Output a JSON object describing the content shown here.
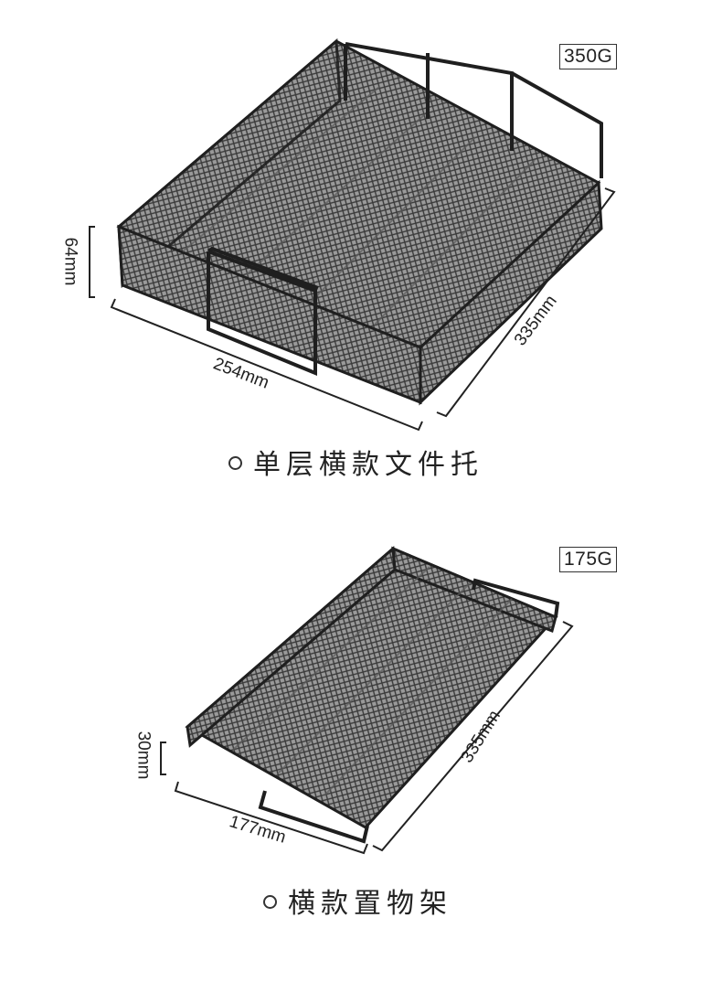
{
  "products": [
    {
      "weight": "350G",
      "dims": {
        "height": "64mm",
        "width": "254mm",
        "depth": "335mm"
      },
      "caption": "单层横款文件托"
    },
    {
      "weight": "175G",
      "dims": {
        "height": "30mm",
        "width": "177mm",
        "depth": "335mm"
      },
      "caption": "横款置物架"
    }
  ],
  "colors": {
    "frame": "#1f1f1f",
    "mesh": "#8a8a8a",
    "dimension_line": "#222222"
  }
}
